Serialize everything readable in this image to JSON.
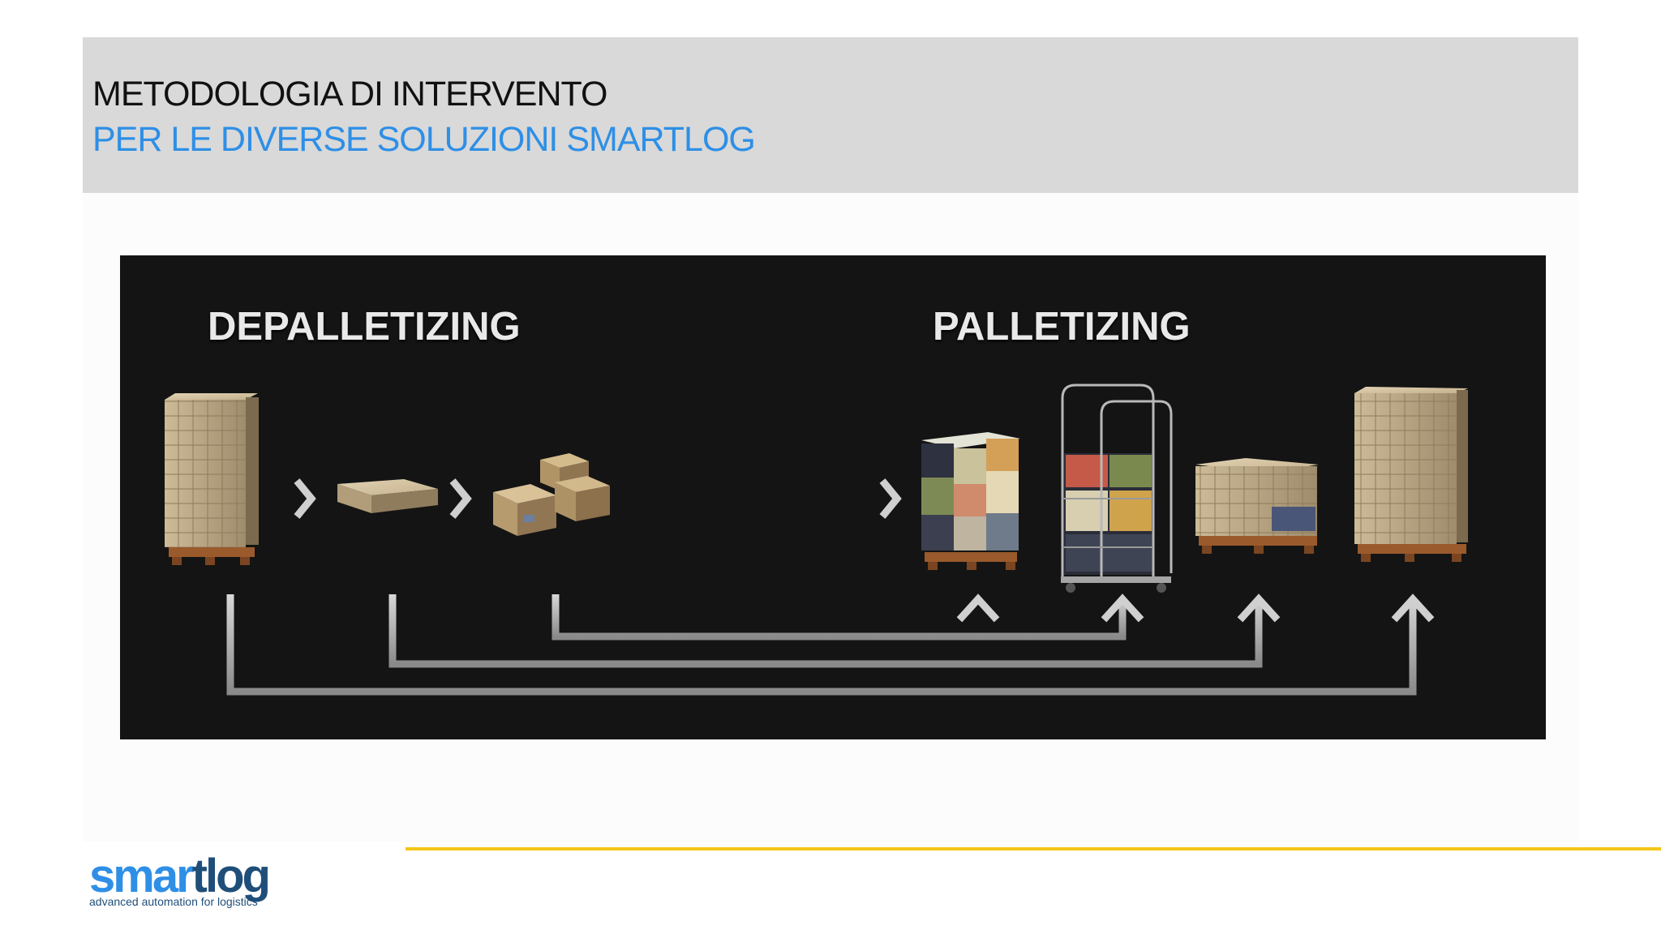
{
  "header": {
    "title_line1": "METODOLOGIA DI INTERVENTO",
    "title_line2": "PER LE DIVERSE SOLUZIONI SMARTLOG"
  },
  "diagram": {
    "depalletizing_label": "DEPALLETIZING",
    "palletizing_label": "PALLETIZING"
  },
  "logo": {
    "text": "smartlog",
    "tagline": "advanced automation for logistics"
  },
  "colors": {
    "title_accent": "#2e8fe6",
    "divider": "#f5c518",
    "logo_blue": "#1f4e79",
    "logo_light": "#2e8fe6"
  }
}
